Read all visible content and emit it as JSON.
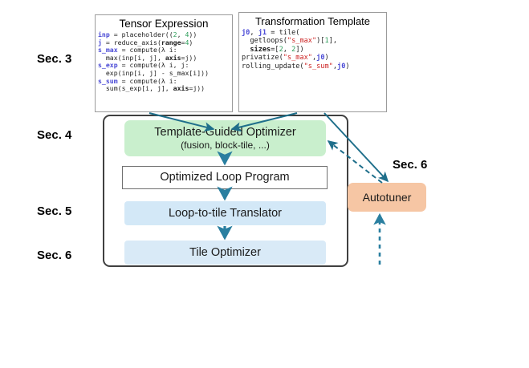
{
  "diagram": {
    "section_labels": {
      "sec3": "Sec. 3",
      "sec4": "Sec. 4",
      "sec5": "Sec. 5",
      "sec6_left": "Sec. 6",
      "sec6_right": "Sec. 6"
    },
    "panels": {
      "tensor_expression": {
        "title": "Tensor Expression",
        "code_lines": [
          "inp = placeholder((2, 4))",
          "j = reduce_axis(range=4)",
          "s_max = compute(λ i:",
          "  max(inp[i, j], axis=j))",
          "s_exp = compute(λ i, j:",
          "  exp(inp[i, j] - s_max[i]))",
          "s_sum = compute(λ i:",
          "  sum(s_exp[i, j], axis=j))"
        ]
      },
      "transformation_template": {
        "title": "Transformation Template",
        "code_lines": [
          "j0, j1 = tile(",
          "  getloops(\"s_max\")[1],",
          "  sizes=[2, 2])",
          "privatize(\"s_max\",j0)",
          "rolling_update(\"s_sum\",j0)"
        ]
      }
    },
    "pipeline": {
      "optimizer": {
        "title": "Template-Guided Optimizer",
        "subtitle": "(fusion, block-tile, ...)"
      },
      "loop_program": {
        "title": "Optimized Loop Program"
      },
      "translator": {
        "title": "Loop-to-tile Translator"
      },
      "tile_optimizer": {
        "title": "Tile Optimizer"
      }
    },
    "autotuner": {
      "label": "Autotuner"
    },
    "colors": {
      "optimizer_fill": "#c9efcd",
      "translator_fill": "#d3e8f7",
      "tile_optimizer_fill": "#d9eaf7",
      "autotuner_fill": "#f6c6a4",
      "arrow": "#1f6f8b",
      "container_border": "#404040"
    }
  }
}
